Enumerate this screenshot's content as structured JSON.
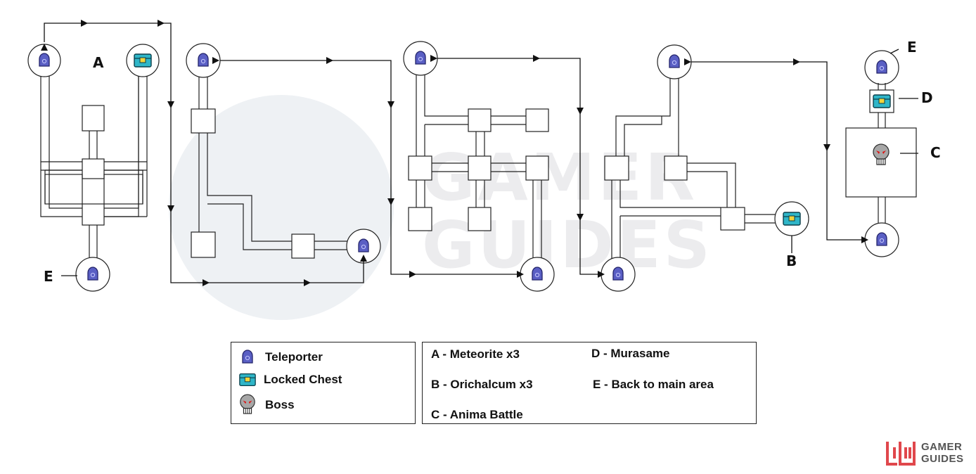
{
  "watermark": {
    "line1": "GAMER",
    "line2": "GUIDES"
  },
  "map_labels": {
    "a": "A",
    "b": "B",
    "c": "C",
    "d": "D",
    "e_left": "E",
    "e_right": "E"
  },
  "legend": {
    "teleporter": "Teleporter",
    "locked_chest": "Locked Chest",
    "boss": "Boss"
  },
  "notes": {
    "a": "A - Meteorite x3",
    "b": "B - Orichalcum x3",
    "c": "C - Anima Battle",
    "d": "D - Murasame",
    "e": "E - Back to main area"
  },
  "brand": {
    "line1": "GAMER",
    "line2": "GUIDES"
  },
  "colors": {
    "teleporter": "#5a5fc4",
    "chest": "#2fb6c8",
    "boss": "#9a9a9a",
    "brand": "#e0474c"
  }
}
